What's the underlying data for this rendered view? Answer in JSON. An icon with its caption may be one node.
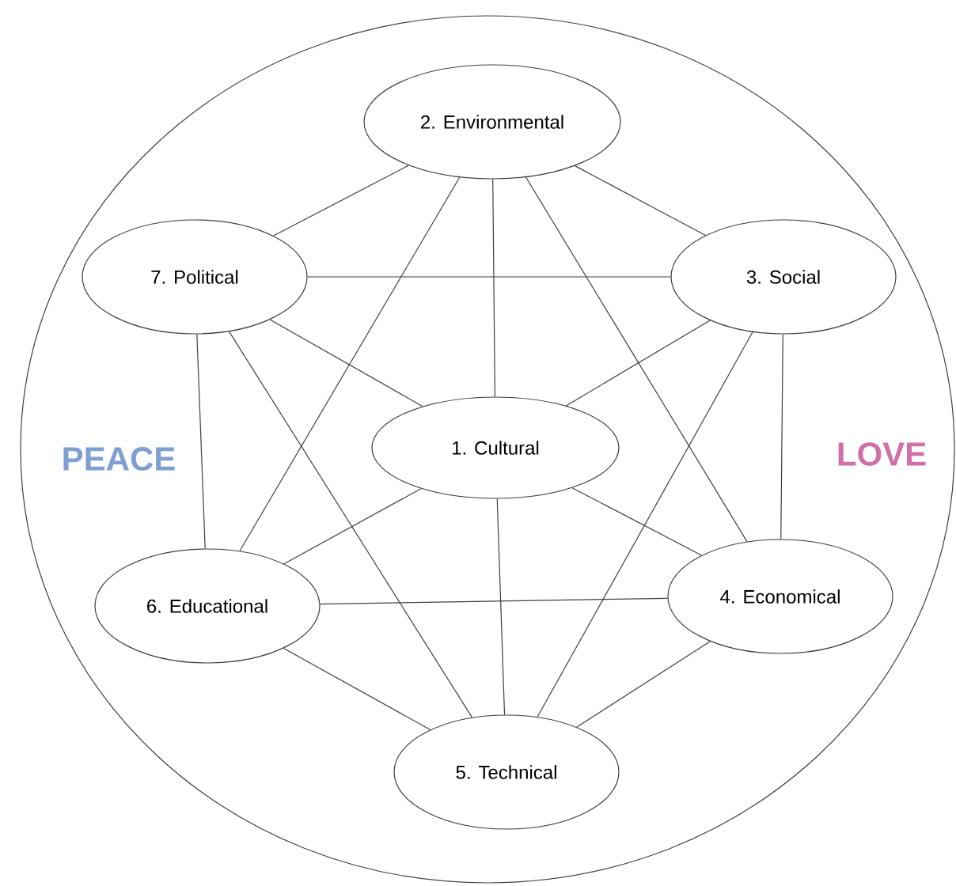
{
  "diagram": {
    "nodes": [
      {
        "text": [],
        "shape": "ellipse"
      },
      {
        "text": [
          "2. Environmental"
        ],
        "in": 0
      },
      {
        "text": [
          "7. Political"
        ],
        "in": 0
      },
      {
        "text": [
          "3. Social"
        ],
        "in": 0
      },
      {
        "text": [
          "1. Cultural"
        ],
        "in": 0
      },
      {
        "text": [
          "6. Educational"
        ],
        "in": 0
      },
      {
        "text": [
          "4. Economical"
        ],
        "in": 0
      },
      {
        "text": [
          "5. Technical"
        ],
        "in": 0
      }
    ],
    "edges": [
      {
        "from": 1,
        "to": 2,
        "arrow": "none"
      },
      {
        "from": 1,
        "to": 3,
        "arrow": "none"
      },
      {
        "from": 1,
        "to": 5,
        "arrow": "none"
      },
      {
        "from": 1,
        "to": 4,
        "arrow": "none"
      },
      {
        "from": 1,
        "to": 6,
        "arrow": "none"
      },
      {
        "from": 2,
        "to": 3,
        "arrow": "none"
      },
      {
        "from": 2,
        "to": 4,
        "arrow": "none"
      },
      {
        "from": 2,
        "to": 5,
        "arrow": "none"
      },
      {
        "from": 2,
        "to": 7,
        "arrow": "none"
      },
      {
        "from": 3,
        "to": 4,
        "arrow": "none"
      },
      {
        "from": 3,
        "to": 6,
        "arrow": "none"
      },
      {
        "from": 3,
        "to": 7,
        "arrow": "none"
      },
      {
        "from": 4,
        "to": 5,
        "arrow": "none"
      },
      {
        "from": 4,
        "to": 6,
        "arrow": "none"
      },
      {
        "from": 4,
        "to": 7,
        "arrow": "none"
      },
      {
        "from": 5,
        "to": 6,
        "arrow": "none"
      },
      {
        "from": 5,
        "to": 7,
        "arrow": "none"
      },
      {
        "from": 6,
        "to": 7,
        "arrow": "none"
      }
    ],
    "labels": [
      "PEACE",
      "LOVE"
    ]
  }
}
